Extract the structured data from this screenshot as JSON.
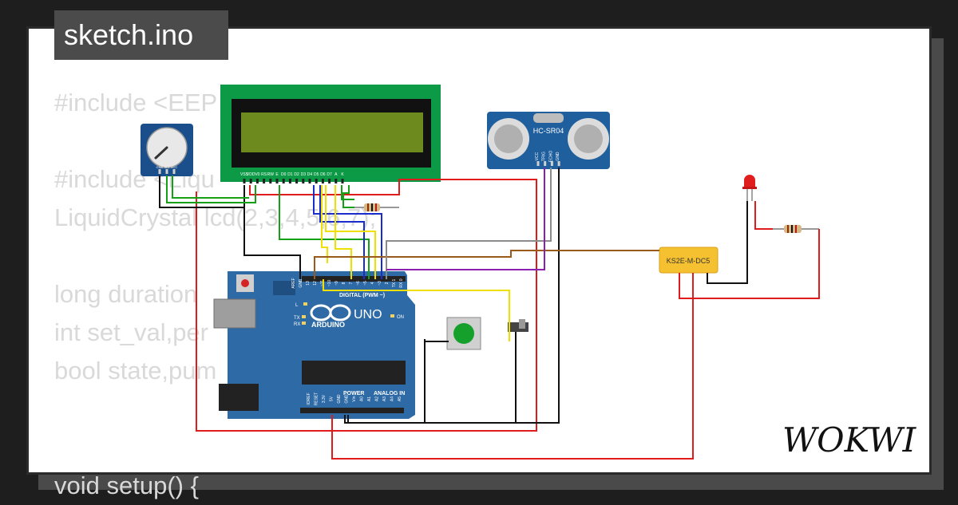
{
  "header": {
    "title": "sketch.ino"
  },
  "code_lines": [
    "#include <EEP",
    "",
    "#include <Liqu",
    "LiquidCrystal lcd(2,3,4,5,6,7);",
    "",
    "long duration",
    "int set_val,per",
    "bool state,pum",
    "",
    "",
    "void setup() {"
  ],
  "parts": {
    "potentiometer": {
      "pins": [
        "GND",
        "SIG",
        "VCC"
      ]
    },
    "lcd": {
      "pins": [
        "VSS",
        "VDD",
        "V0",
        "RS",
        "RW",
        "E",
        "D0",
        "D1",
        "D2",
        "D3",
        "D4",
        "D5",
        "D6",
        "D7",
        "A",
        "K"
      ]
    },
    "ultrasonic": {
      "label": "HC-SR04",
      "pins": [
        "VCC",
        "TRIG",
        "ECHO",
        "GND"
      ]
    },
    "relay": {
      "label": "KS2E-M-DC5"
    },
    "arduino": {
      "brand": "ARDUINO",
      "model": "UNO",
      "digital_label": "DIGITAL (PWM ~)",
      "power_label": "POWER",
      "analog_label": "ANALOG IN",
      "led_labels": [
        "L",
        "TX",
        "RX",
        "ON"
      ],
      "top_pins": [
        "AREF",
        "GND",
        "13",
        "12",
        "~11",
        "~10",
        "~9",
        "8",
        "7",
        "~6",
        "~5",
        "4",
        "~3",
        "2",
        "TX 1",
        "RX 0"
      ],
      "bottom_pins": [
        "IOREF",
        "RESET",
        "3.3V",
        "5V",
        "GND",
        "GND",
        "Vin",
        "A0",
        "A1",
        "A2",
        "A3",
        "A4",
        "A5"
      ]
    }
  },
  "brand": {
    "logo_text": "WOKWI"
  },
  "colors": {
    "background": "#1e1e1e",
    "card": "#ffffff",
    "title_tab": "#4b4b4b",
    "arduino_board": "#2e6aa5",
    "lcd_pcb": "#0d9a47",
    "lcd_screen": "#6d8a1e",
    "wire_red": "#e01b1b",
    "wire_black": "#111111",
    "wire_green": "#16a016",
    "wire_blue": "#1a2ccc",
    "wire_yellow": "#f0e000",
    "wire_brown": "#9b5a1a",
    "wire_gray": "#8c8c8c",
    "wire_purple": "#8a1fb0",
    "relay_body": "#f6c130",
    "led_red": "#e11e1e",
    "button_green": "#15a02c"
  }
}
